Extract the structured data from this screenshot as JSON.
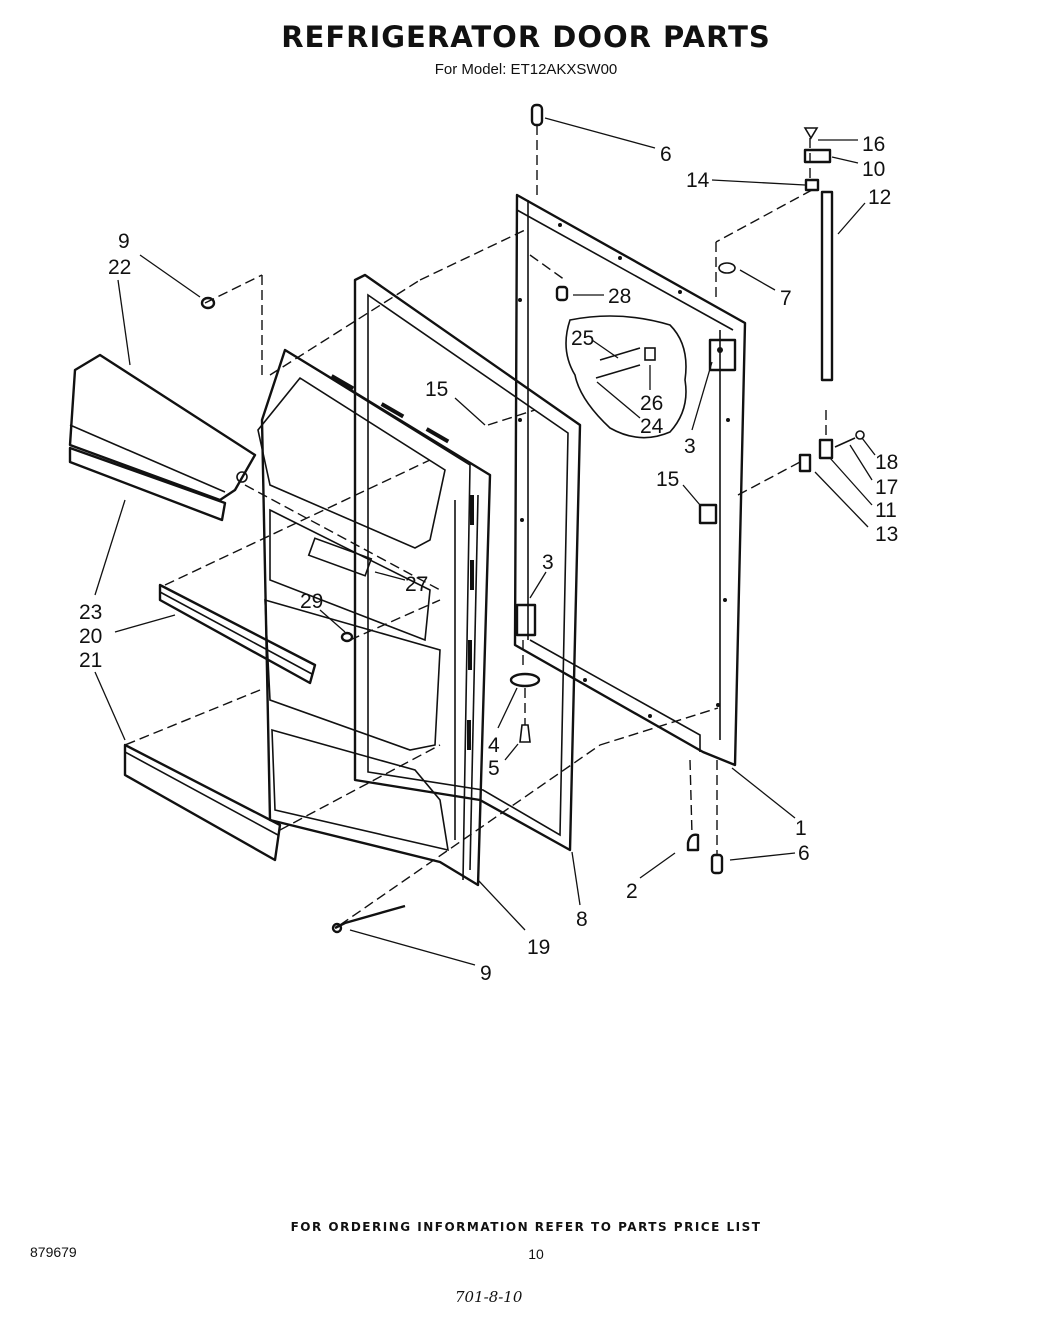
{
  "header": {
    "title": "REFRIGERATOR DOOR PARTS",
    "model": "For Model: ET12AKXSW00"
  },
  "callouts": [
    {
      "id": "c6a",
      "label": "6"
    },
    {
      "id": "c16",
      "label": "16"
    },
    {
      "id": "c10",
      "label": "10"
    },
    {
      "id": "c14",
      "label": "14"
    },
    {
      "id": "c12",
      "label": "12"
    },
    {
      "id": "c9a",
      "label": "9"
    },
    {
      "id": "c22",
      "label": "22"
    },
    {
      "id": "c28",
      "label": "28"
    },
    {
      "id": "c7",
      "label": "7"
    },
    {
      "id": "c25",
      "label": "25"
    },
    {
      "id": "c26",
      "label": "26"
    },
    {
      "id": "c24",
      "label": "24"
    },
    {
      "id": "c15a",
      "label": "15"
    },
    {
      "id": "c3a",
      "label": "3"
    },
    {
      "id": "c18",
      "label": "18"
    },
    {
      "id": "c17",
      "label": "17"
    },
    {
      "id": "c15b",
      "label": "15"
    },
    {
      "id": "c11",
      "label": "11"
    },
    {
      "id": "c13",
      "label": "13"
    },
    {
      "id": "c3b",
      "label": "3"
    },
    {
      "id": "c27",
      "label": "27"
    },
    {
      "id": "c23",
      "label": "23"
    },
    {
      "id": "c29",
      "label": "29"
    },
    {
      "id": "c20",
      "label": "20"
    },
    {
      "id": "c21",
      "label": "21"
    },
    {
      "id": "c4",
      "label": "4"
    },
    {
      "id": "c5",
      "label": "5"
    },
    {
      "id": "c1",
      "label": "1"
    },
    {
      "id": "c6b",
      "label": "6"
    },
    {
      "id": "c2",
      "label": "2"
    },
    {
      "id": "c8",
      "label": "8"
    },
    {
      "id": "c19",
      "label": "19"
    },
    {
      "id": "c9b",
      "label": "9"
    }
  ],
  "footer": {
    "ordering_note": "FOR ORDERING INFORMATION REFER TO PARTS PRICE LIST",
    "reference": "879679",
    "page_number": "10",
    "handwritten": "701-8-10"
  }
}
